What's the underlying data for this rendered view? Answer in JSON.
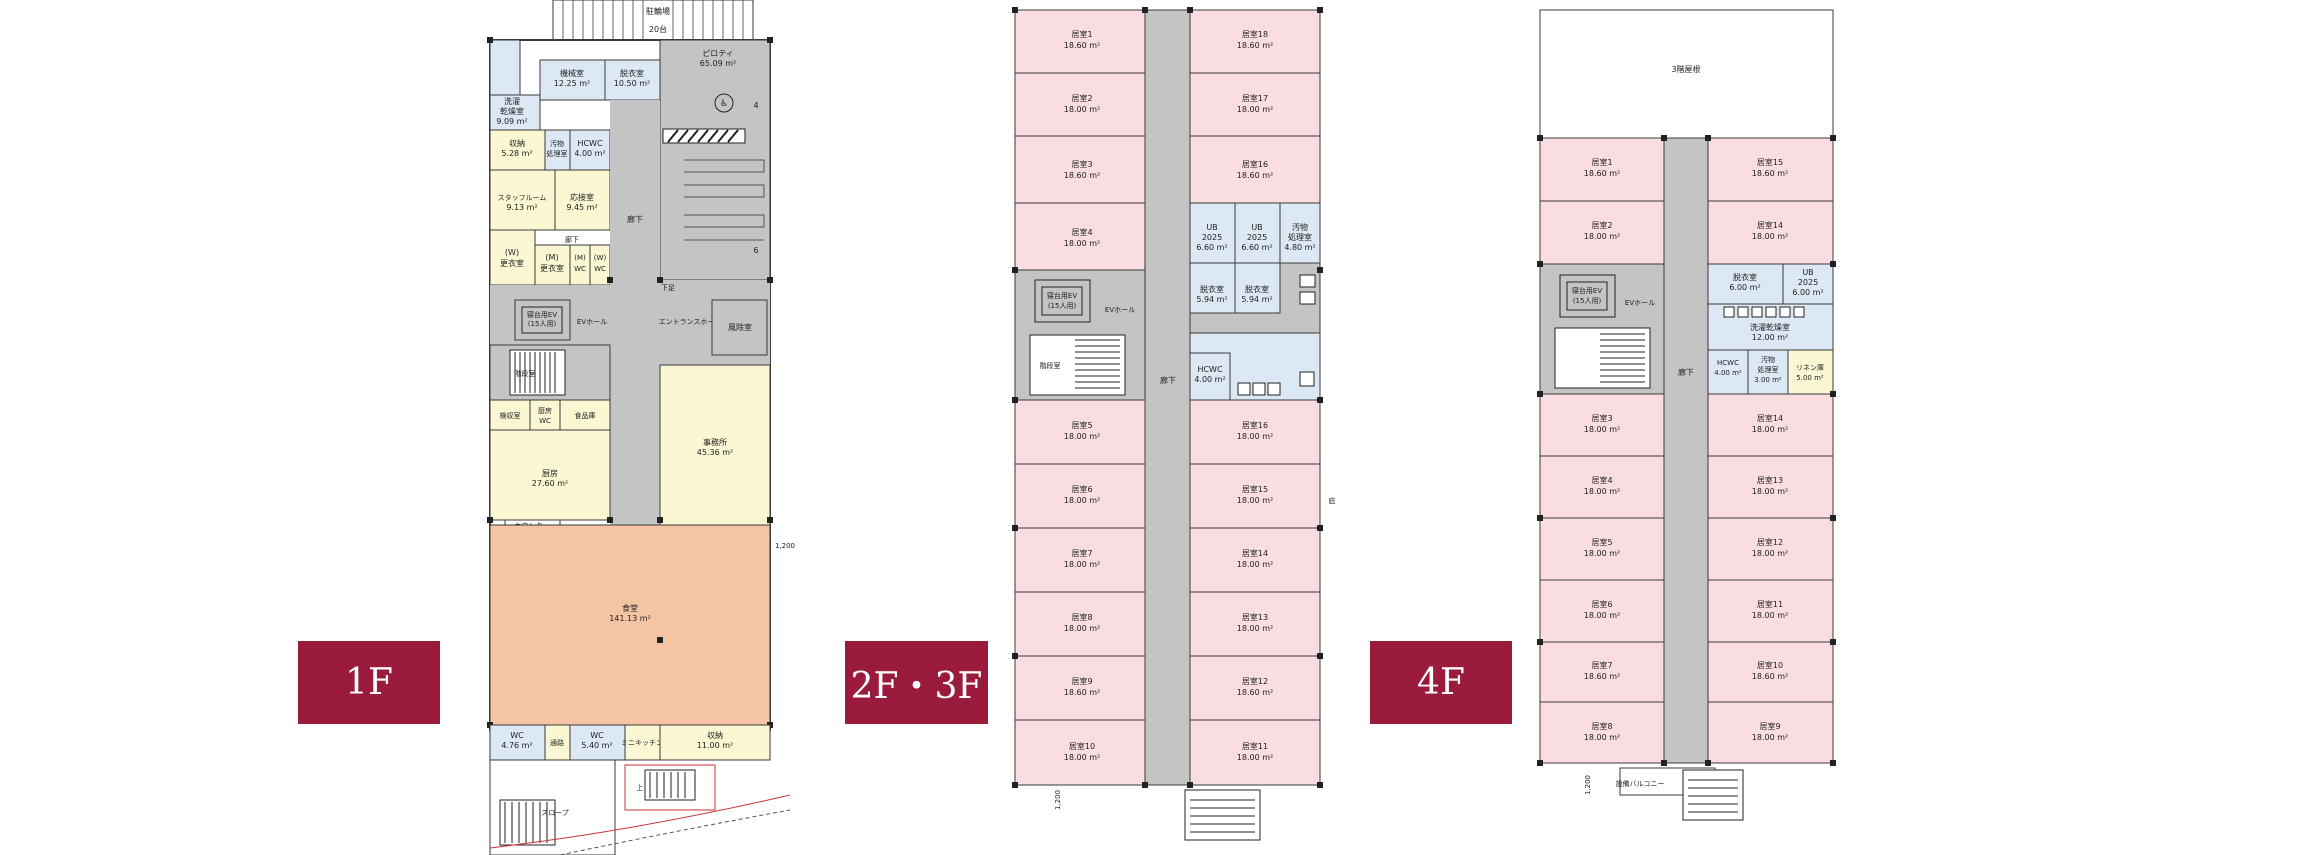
{
  "labels": {
    "f1": "1F",
    "f23": "2F・3F",
    "f4": "4F"
  },
  "plan1": {
    "parking_top": "駐輪場",
    "parking_num": "20台",
    "pilotis": "ピロティ",
    "pilotis_area": "65.09 m²",
    "mech_room": "機械室",
    "mech_area": "12.25 m²",
    "changing": "脱衣室",
    "changing_area": "10.50 m²",
    "laundry": "洗濯",
    "laundry2": "乾燥室",
    "laundry_area": "9.09 m²",
    "storage": "収納",
    "storage_area": "5.28 m²",
    "waste": "汚物",
    "waste2": "処理室",
    "hcwc": "HCWC",
    "hcwc_area": "4.00 m²",
    "staff": "スタッフルーム",
    "staff_area": "9.13 m²",
    "reception": "応接室",
    "reception_area": "9.45 m²",
    "hall_small": "廊下",
    "w_changing": "(W)",
    "w_changing2": "更衣室",
    "m_changing": "(M)",
    "m_changing2": "更衣室",
    "m_wc": "(M)",
    "m_wc2": "WC",
    "w_wc": "(W)",
    "w_wc2": "WC",
    "ev": "寝台用EV",
    "ev2": "(15人用)",
    "ev_hall": "EVホール",
    "entrance": "エントランスホール",
    "corridor": "廊下",
    "shoe": "下足",
    "bath": "風除室",
    "stairs": "階段室",
    "inspection": "検収室",
    "kitchen_wc": "厨房",
    "kitchen_wc2": "WC",
    "food_storage": "食品庫",
    "kitchen": "厨房",
    "kitchen_area": "27.60 m²",
    "office": "事務所",
    "office_area": "45.36 m²",
    "counter": "カウンター",
    "dining": "食堂",
    "dining_area": "141.13 m²",
    "wc1": "WC",
    "wc1_area": "4.76 m²",
    "passage": "通路",
    "wc2": "WC",
    "wc2_area": "5.40 m²",
    "small_kitchen": "ミニキッチン",
    "storage2": "収納",
    "storage2_area": "11.00 m²",
    "dim": "1,200",
    "slope": "スロープ",
    "num4": "4",
    "num6": "6",
    "stairs_bottom": "上"
  },
  "plan23": {
    "room_label": "居室",
    "left_rooms": [
      {
        "name": "居室1",
        "area": "18.60 m²"
      },
      {
        "name": "居室2",
        "area": "18.00 m²"
      },
      {
        "name": "居室3",
        "area": "18.60 m²"
      },
      {
        "name": "居室4",
        "area": "18.00 m²"
      }
    ],
    "right_top_rooms": [
      {
        "name": "居室18",
        "area": "18.60 m²"
      },
      {
        "name": "居室17",
        "area": "18.00 m²"
      },
      {
        "name": "居室16",
        "area": "18.60 m²"
      }
    ],
    "ub1": "UB",
    "ub1_code": "2025",
    "ub1_area": "6.60 m²",
    "ub2": "UB",
    "ub2_code": "2025",
    "ub2_area": "6.60 m²",
    "waste": "汚物",
    "waste2": "処理室",
    "waste_area": "4.80 m²",
    "changing1": "脱衣室",
    "changing1_area": "5.94 m²",
    "changing2": "脱衣室",
    "changing2_area": "5.94 m²",
    "ev": "寝台用EV",
    "ev2": "(15人用)",
    "ev_hall": "EVホール",
    "stairs": "階段室",
    "hcwc": "HCWC",
    "hcwc_area": "4.00 m²",
    "corridor": "廊下",
    "left_bottom_rooms": [
      {
        "name": "居室5",
        "area": "18.00 m²"
      },
      {
        "name": "居室6",
        "area": "18.00 m²"
      },
      {
        "name": "居室7",
        "area": "18.00 m²"
      },
      {
        "name": "居室8",
        "area": "18.00 m²"
      },
      {
        "name": "居室9",
        "area": "18.60 m²"
      },
      {
        "name": "居室10",
        "area": "18.00 m²"
      }
    ],
    "right_bottom_rooms": [
      {
        "name": "居室16",
        "area": "18.00 m²"
      },
      {
        "name": "居室15",
        "area": "18.00 m²"
      },
      {
        "name": "居室14",
        "area": "18.00 m²"
      },
      {
        "name": "居室13",
        "area": "18.00 m²"
      },
      {
        "name": "居室12",
        "area": "18.60 m²"
      },
      {
        "name": "居室11",
        "area": "18.00 m²"
      }
    ],
    "dim": "1,200",
    "mark": "庇"
  },
  "plan4": {
    "roof": "3階屋根",
    "left_top_rooms": [
      {
        "name": "居室1",
        "area": "18.60 m²"
      },
      {
        "name": "居室2",
        "area": "18.00 m²"
      }
    ],
    "right_top_rooms": [
      {
        "name": "居室15",
        "area": "18.60 m²"
      },
      {
        "name": "居室14",
        "area": "18.00 m²"
      }
    ],
    "changing": "脱衣室",
    "changing_area": "6.00 m²",
    "ub": "UB",
    "ub_code": "2025",
    "ub_area": "6.00 m²",
    "laundry": "洗濯乾燥室",
    "laundry_area": "12.00 m²",
    "hcwc": "HCWC",
    "hcwc_area": "4.00 m²",
    "waste": "汚物",
    "waste2": "処理室",
    "waste_area": "3.00 m²",
    "linen": "リネン庫",
    "linen_area": "5.00 m²",
    "ev": "寝台用EV",
    "ev2": "(15人用)",
    "ev_hall": "EVホール",
    "corridor": "廊下",
    "left_bottom_rooms": [
      {
        "name": "居室3",
        "area": "18.00 m²"
      },
      {
        "name": "居室4",
        "area": "18.00 m²"
      },
      {
        "name": "居室5",
        "area": "18.00 m²"
      },
      {
        "name": "居室6",
        "area": "18.00 m²"
      },
      {
        "name": "居室7",
        "area": "18.60 m²"
      },
      {
        "name": "居室8",
        "area": "18.00 m²"
      }
    ],
    "right_bottom_rooms": [
      {
        "name": "居室14",
        "area": "18.00 m²"
      },
      {
        "name": "居室13",
        "area": "18.00 m²"
      },
      {
        "name": "居室12",
        "area": "18.00 m²"
      },
      {
        "name": "居室11",
        "area": "18.00 m²"
      },
      {
        "name": "居室10",
        "area": "18.60 m²"
      },
      {
        "name": "居室9",
        "area": "18.00 m²"
      }
    ],
    "balcony": "設備バルコニー",
    "dim": "1,200"
  },
  "colors": {
    "badge": "#9b1b3d",
    "room_pink": "#f9dde0",
    "corridor": "#c4c4c4",
    "wet_blue": "#dce8f4",
    "yellow": "#fbf7d2",
    "dining": "#f4c4a4",
    "line": "#3a3a3a"
  }
}
